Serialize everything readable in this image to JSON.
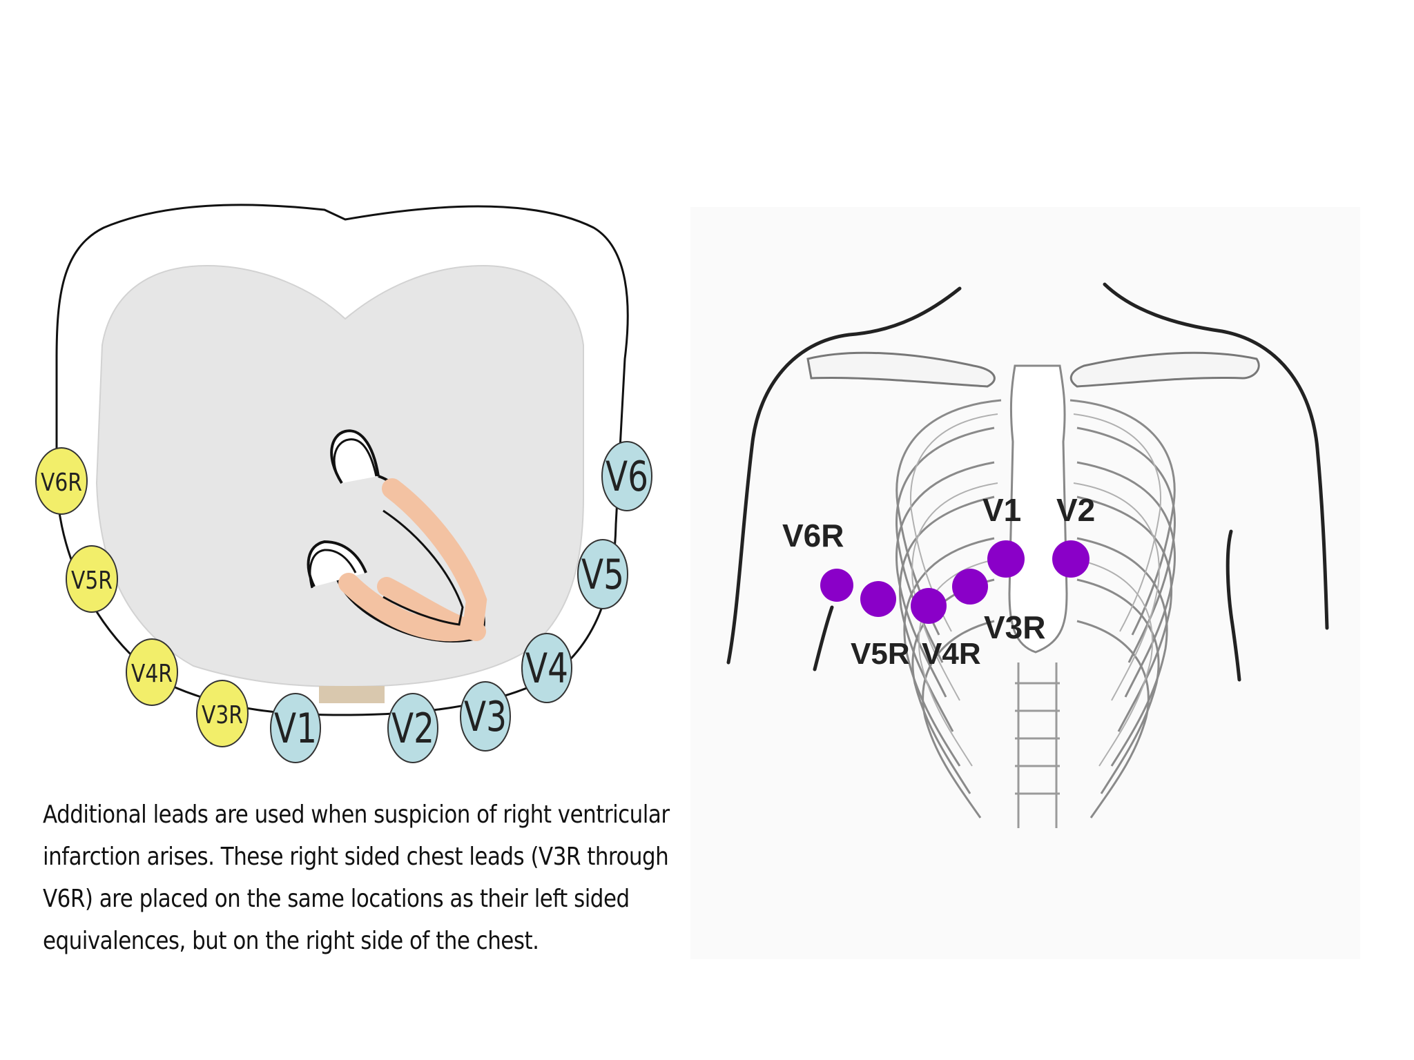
{
  "left_diagram": {
    "right_leads": [
      "V6R",
      "V5R",
      "V4R",
      "V3R"
    ],
    "left_leads": [
      "V1",
      "V2",
      "V3",
      "V4",
      "V5",
      "V6"
    ],
    "colors": {
      "right_lead_fill": "#f2ee6a",
      "left_lead_fill": "#b9dde3",
      "lung_fill": "#e6e6e6",
      "myocardium": "#f3c2a2",
      "sternum": "#d9c8ae"
    }
  },
  "right_diagram": {
    "labels": {
      "v6r": "V6R",
      "v1": "V1",
      "v2": "V2",
      "v3r": "V3R",
      "v5r": "V5R",
      "v4r": "V4R"
    },
    "electrode_color": "#8a00c8"
  },
  "caption": {
    "line1": "Additional leads are used when suspicion of right ventricular",
    "line2": "infarction arises. These right sided chest leads (V3R through",
    "line3": "V6R) are placed on the same locations as their left sided",
    "line4": "equivalences, but on the right side of the chest."
  }
}
